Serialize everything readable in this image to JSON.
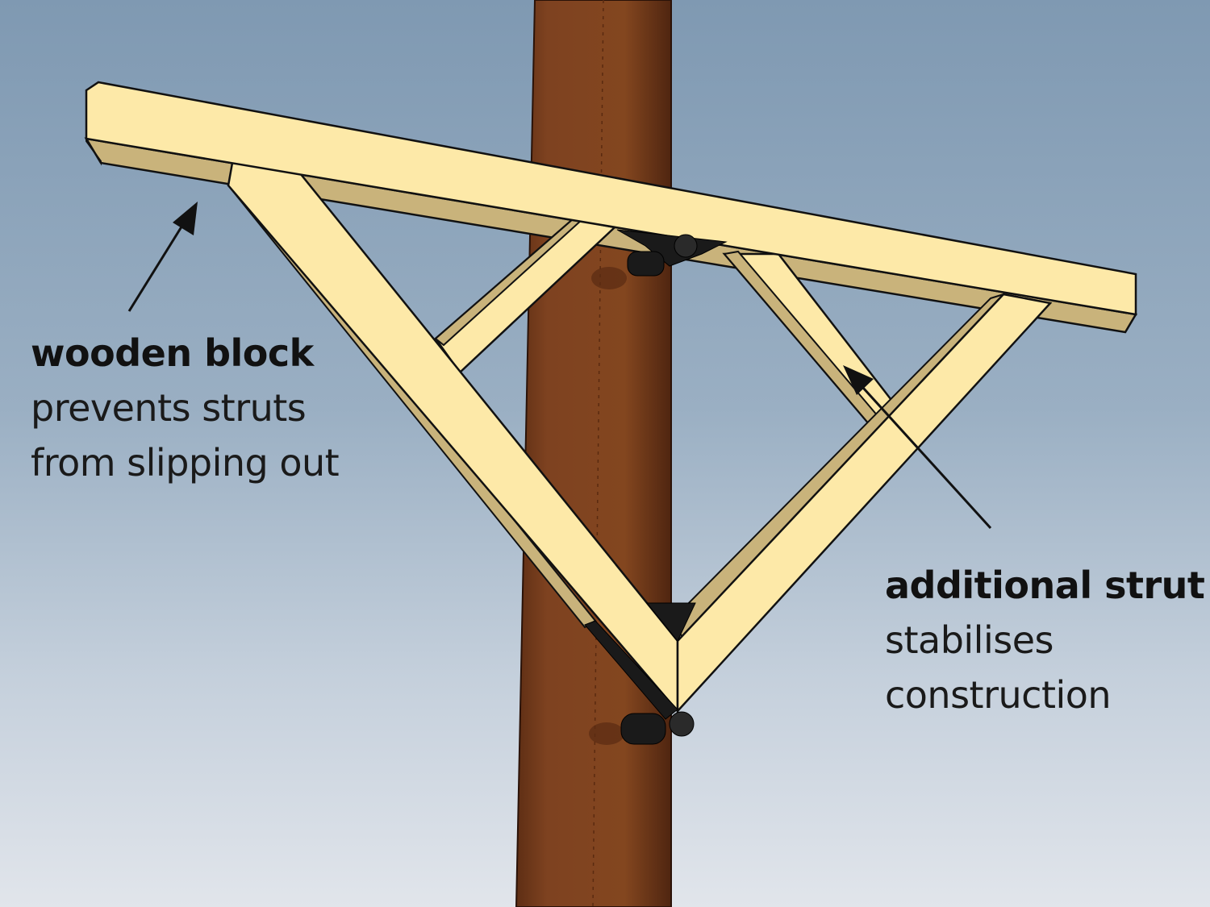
{
  "annotations": {
    "wooden_block": {
      "title": "wooden block",
      "lines": [
        "prevents struts",
        "from slipping out"
      ]
    },
    "additional_strut": {
      "title": "additional strut",
      "lines": [
        "stabilises",
        "construction"
      ]
    }
  },
  "colors": {
    "wood_light": "#fde9a8",
    "wood_shade": "#c8b27a",
    "pole": "#7a3f1f",
    "bracket": "#1a1a1a"
  }
}
